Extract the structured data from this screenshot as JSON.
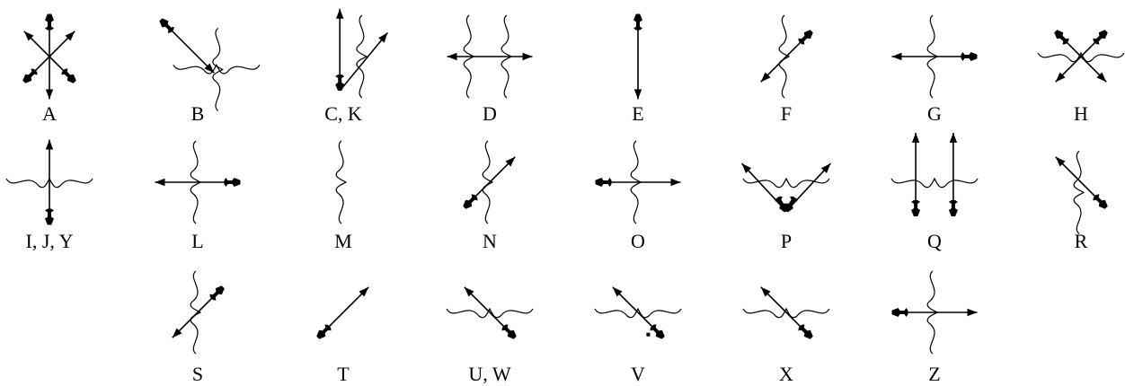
{
  "glyphs": [
    {
      "id": "A",
      "label": "A",
      "col": 0,
      "row": 0,
      "arrows": [
        [
          -1,
          -1
        ],
        [
          1,
          -1
        ],
        [
          0,
          1
        ]
      ],
      "fletches": [
        [
          0,
          -1
        ],
        [
          -1,
          1
        ],
        [
          1,
          1
        ]
      ],
      "curls": []
    },
    {
      "id": "B",
      "label": "B",
      "col": 1,
      "row": 0,
      "arrows": [],
      "shafts": [
        {
          "a": [
            -1.08,
            -1.08
          ],
          "b": [
            0.48,
            0.48
          ],
          "head": true,
          "fletch": true
        }
      ],
      "curls": [
        {
          "type": "cv",
          "o": [
            0.65,
            0.38
          ]
        },
        {
          "type": "ch",
          "o": [
            0.55,
            0.35
          ],
          "half": "right"
        }
      ]
    },
    {
      "id": "CK",
      "label": "C, K",
      "col": 2,
      "row": 0,
      "arrows": [],
      "shafts": [
        {
          "a": [
            -0.1,
            1.0
          ],
          "b": [
            -0.1,
            -1.4
          ],
          "head": true,
          "fletch": true
        },
        {
          "a": [
            -0.1,
            1.0
          ],
          "b": [
            1.3,
            -0.7
          ],
          "head": true,
          "fletch": false
        }
      ],
      "curls": [
        {
          "type": "cv",
          "o": [
            0.6,
            0.0
          ]
        }
      ]
    },
    {
      "id": "D",
      "label": "D",
      "col": 3,
      "row": 0,
      "arrows": [
        [
          -1,
          0
        ],
        [
          1,
          0
        ]
      ],
      "fletches": [],
      "curls": [
        {
          "type": "cv",
          "o": [
            -0.55,
            0
          ]
        },
        {
          "type": "cv",
          "o": [
            0.55,
            0
          ]
        }
      ]
    },
    {
      "id": "E",
      "label": "E",
      "col": 4,
      "row": 0,
      "arrows": [
        [
          0,
          1
        ]
      ],
      "fletches": [
        [
          0,
          -1
        ]
      ],
      "curls": []
    },
    {
      "id": "F",
      "label": "F",
      "col": 5,
      "row": 0,
      "arrows": [
        [
          -1,
          1
        ]
      ],
      "fletches": [
        [
          1,
          -1
        ]
      ],
      "curls": [
        {
          "type": "cv",
          "o": [
            0,
            0
          ]
        }
      ]
    },
    {
      "id": "G",
      "label": "G",
      "col": 6,
      "row": 0,
      "arrows": [
        [
          -1,
          0
        ]
      ],
      "fletches": [
        [
          1,
          0
        ]
      ],
      "curls": [
        {
          "type": "cv",
          "o": [
            0,
            0
          ]
        }
      ]
    },
    {
      "id": "H",
      "label": "H",
      "col": 7,
      "row": 0,
      "arrows": [
        [
          -1,
          1
        ],
        [
          1,
          1
        ]
      ],
      "fletches": [
        [
          -1,
          -1
        ],
        [
          1,
          -1
        ]
      ],
      "curls": [
        {
          "type": "ch",
          "o": [
            0,
            0
          ]
        }
      ]
    },
    {
      "id": "IJY",
      "label": "I, J, Y",
      "col": 0,
      "row": 1,
      "arrows": [
        [
          0,
          -1
        ]
      ],
      "fletches": [
        [
          0,
          1
        ]
      ],
      "curls": [
        {
          "type": "ch",
          "o": [
            0,
            0
          ]
        }
      ]
    },
    {
      "id": "L",
      "label": "L",
      "col": 1,
      "row": 1,
      "arrows": [
        [
          -1,
          0
        ]
      ],
      "fletches": [
        [
          1,
          0
        ]
      ],
      "curls": [
        {
          "type": "cv",
          "o": [
            0,
            0
          ]
        }
      ]
    },
    {
      "id": "M",
      "label": "M",
      "col": 2,
      "row": 1,
      "arrows": [],
      "fletches": [],
      "curls": [
        {
          "type": "cv",
          "o": [
            0,
            0
          ]
        }
      ]
    },
    {
      "id": "N",
      "label": "N",
      "col": 3,
      "row": 1,
      "arrows": [
        [
          1,
          -1
        ]
      ],
      "fletches": [
        [
          -1,
          1
        ]
      ],
      "curls": [
        {
          "type": "cv",
          "o": [
            0,
            0
          ]
        }
      ]
    },
    {
      "id": "O",
      "label": "O",
      "col": 4,
      "row": 1,
      "arrows": [
        [
          1,
          0
        ]
      ],
      "fletches": [
        [
          -1,
          0
        ]
      ],
      "curls": [
        {
          "type": "cv",
          "o": [
            0,
            0
          ]
        }
      ]
    },
    {
      "id": "P",
      "label": "P",
      "col": 5,
      "row": 1,
      "arrows": [],
      "shafts": [
        {
          "a": [
            0,
            0.85
          ],
          "b": [
            -1.3,
            -0.55
          ],
          "head": true,
          "fletch": false
        },
        {
          "a": [
            0,
            0.85
          ],
          "b": [
            1.3,
            -0.55
          ],
          "head": true,
          "fletch": false
        }
      ],
      "vfletch": [
        0,
        0.85
      ],
      "curls": [
        {
          "type": "ch",
          "o": [
            0,
            0
          ]
        }
      ]
    },
    {
      "id": "Q",
      "label": "Q",
      "col": 6,
      "row": 1,
      "arrows": [],
      "shafts": [
        {
          "a": [
            -0.55,
            1.0
          ],
          "b": [
            -0.55,
            -1.45
          ],
          "head": true,
          "fletch": true
        },
        {
          "a": [
            0.55,
            1.0
          ],
          "b": [
            0.55,
            -1.45
          ],
          "head": true,
          "fletch": true
        }
      ],
      "curls": [
        {
          "type": "ch",
          "o": [
            0,
            0
          ]
        }
      ]
    },
    {
      "id": "R",
      "label": "R",
      "col": 7,
      "row": 1,
      "arrows": [
        [
          -1,
          -1
        ]
      ],
      "fletches": [
        [
          1,
          1
        ]
      ],
      "curls": [
        {
          "type": "cv",
          "o": [
            0,
            0.3
          ],
          "tilt": true
        }
      ]
    },
    {
      "id": "S",
      "label": "S",
      "col": 1,
      "row": 2,
      "arrows": [
        [
          -1,
          1
        ]
      ],
      "fletches": [
        [
          1,
          -1
        ]
      ],
      "curls": [
        {
          "type": "cv",
          "o": [
            0,
            0
          ]
        }
      ]
    },
    {
      "id": "T",
      "label": "T",
      "col": 2,
      "row": 2,
      "arrows": [
        [
          1,
          -1
        ]
      ],
      "fletches": [
        [
          -1,
          1
        ]
      ],
      "curls": []
    },
    {
      "id": "UW",
      "label": "U, W",
      "col": 3,
      "row": 2,
      "arrows": [
        [
          -1,
          -1
        ]
      ],
      "fletches": [
        [
          1,
          1
        ]
      ],
      "curls": [
        {
          "type": "ch",
          "o": [
            0,
            0
          ]
        }
      ]
    },
    {
      "id": "V",
      "label": "V",
      "col": 4,
      "row": 2,
      "arrows": [
        [
          -1,
          -1
        ]
      ],
      "fletches": [
        [
          1,
          1
        ]
      ],
      "curls": [
        {
          "type": "ch",
          "o": [
            0,
            0
          ]
        }
      ],
      "dot": [
        0.3,
        0.65
      ]
    },
    {
      "id": "X",
      "label": "X",
      "col": 5,
      "row": 2,
      "arrows": [
        [
          -1,
          -1
        ]
      ],
      "fletches": [
        [
          1,
          1
        ]
      ],
      "curls": [
        {
          "type": "ch",
          "o": [
            0,
            0
          ]
        }
      ]
    },
    {
      "id": "Z",
      "label": "Z",
      "col": 6,
      "row": 2,
      "arrows": [
        [
          1,
          0
        ]
      ],
      "fletches": [
        [
          -1,
          0
        ]
      ],
      "curls": [
        {
          "type": "cv",
          "o": [
            0,
            0
          ]
        }
      ]
    }
  ]
}
